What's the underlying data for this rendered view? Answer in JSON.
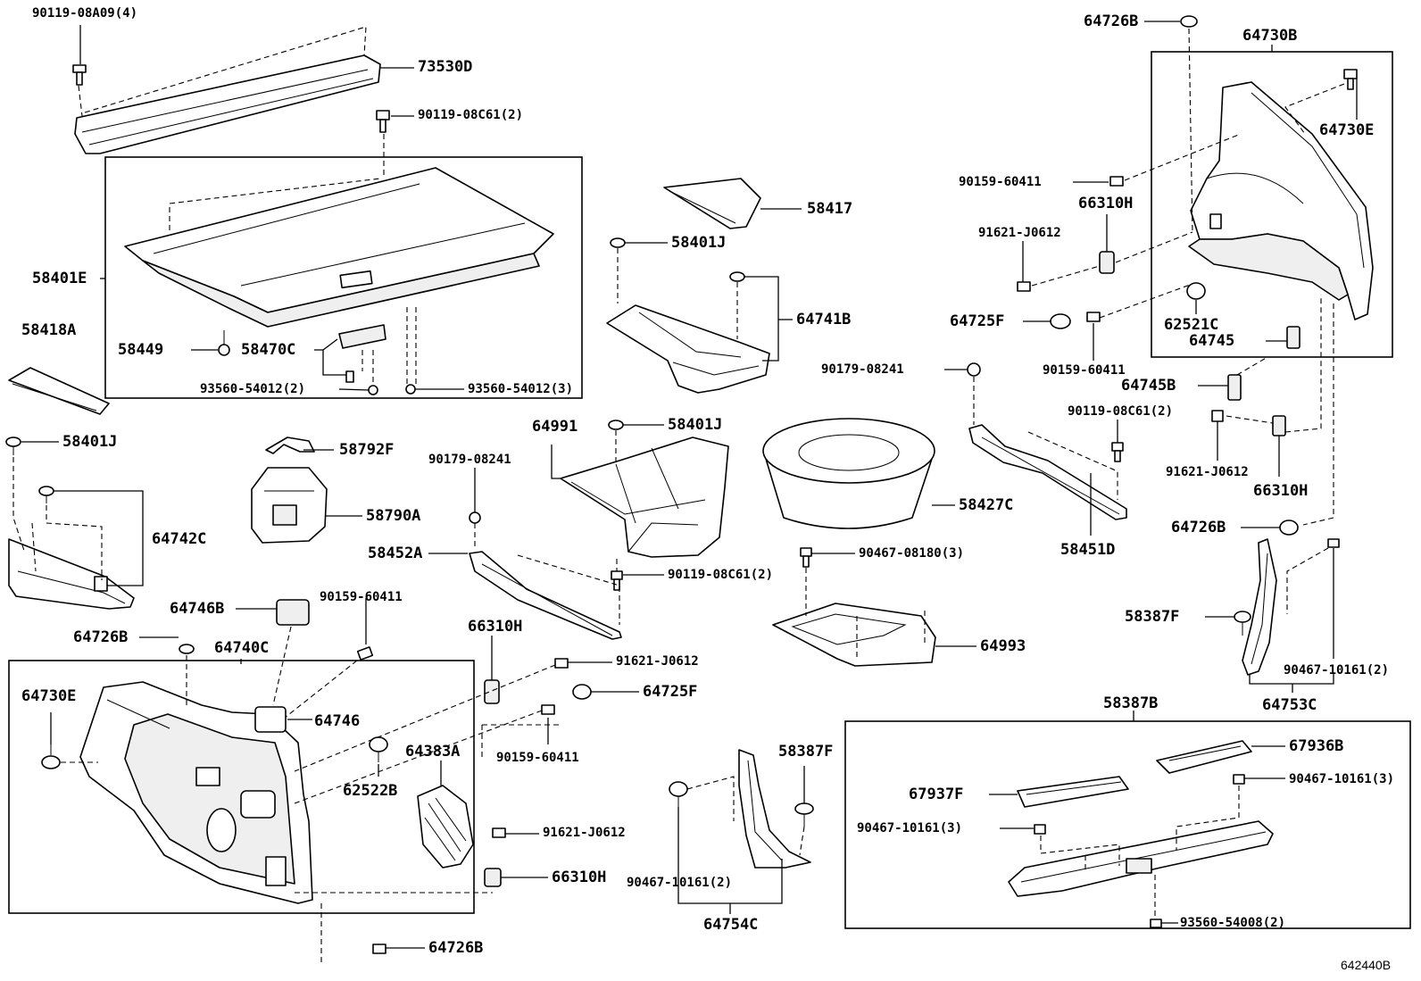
{
  "labels": {
    "p90119_08A09": "90119-08A09(4)",
    "p73530D": "73530D",
    "p90119_08C61_top": "90119-08C61(2)",
    "p58401E": "58401E",
    "p58449": "58449",
    "p58470C": "58470C",
    "p93560_54012_2": "93560-54012(2)",
    "p93560_54012_3": "93560-54012(3)",
    "p58418A": "58418A",
    "p58401J_left": "58401J",
    "p64742C": "64742C",
    "p58792F": "58792F",
    "p58790A": "58790A",
    "p58417": "58417",
    "p58401J_mid": "58401J",
    "p64741B": "64741B",
    "p64991": "64991",
    "p58401J_mid2": "58401J",
    "p90179_08241_left": "90179-08241",
    "p58452A": "58452A",
    "p90119_08C61_mid": "90119-08C61(2)",
    "p64746B": "64746B",
    "p90159_60411_left": "90159-60411",
    "p64726B_left": "64726B",
    "p64740C": "64740C",
    "p64730E_left": "64730E",
    "p64746": "64746",
    "p62522B": "62522B",
    "p64383A": "64383A",
    "p66310H_mid": "66310H",
    "p91621_J0612_mid": "91621-J0612",
    "p64725F_mid": "64725F",
    "p90159_60411_mid": "90159-60411",
    "p91621_J0612_low": "91621-J0612",
    "p66310H_low": "66310H",
    "p64726B_bottom": "64726B",
    "p58427C": "58427C",
    "p90467_08180": "90467-08180(3)",
    "p64993": "64993",
    "p58387F_mid": "58387F",
    "p90467_10161_mid": "90467-10161(2)",
    "p64754C": "64754C",
    "p64726B_top": "64726B",
    "p64730B": "64730B",
    "p64730E_right": "64730E",
    "p90159_60411_r1": "90159-60411",
    "p66310H_r1": "66310H",
    "p91621_J0612_r1": "91621-J0612",
    "p64725F_right": "64725F",
    "p62521C": "62521C",
    "p90159_60411_r2": "90159-60411",
    "p64745": "64745",
    "p90179_08241_right": "90179-08241",
    "p64745B": "64745B",
    "p90119_08C61_right": "90119-08C61(2)",
    "p91621_J0612_r2": "91621-J0612",
    "p66310H_r2": "66310H",
    "p58451D": "58451D",
    "p64726B_right": "64726B",
    "p58387F_right": "58387F",
    "p90467_10161_right": "90467-10161(2)",
    "p64753C": "64753C",
    "p58387B": "58387B",
    "p67936B": "67936B",
    "p67937F": "67937F",
    "p90467_10161_3a": "90467-10161(3)",
    "p90467_10161_3b": "90467-10161(3)",
    "p93560_54008": "93560-54008(2)",
    "ref": "642440B"
  }
}
